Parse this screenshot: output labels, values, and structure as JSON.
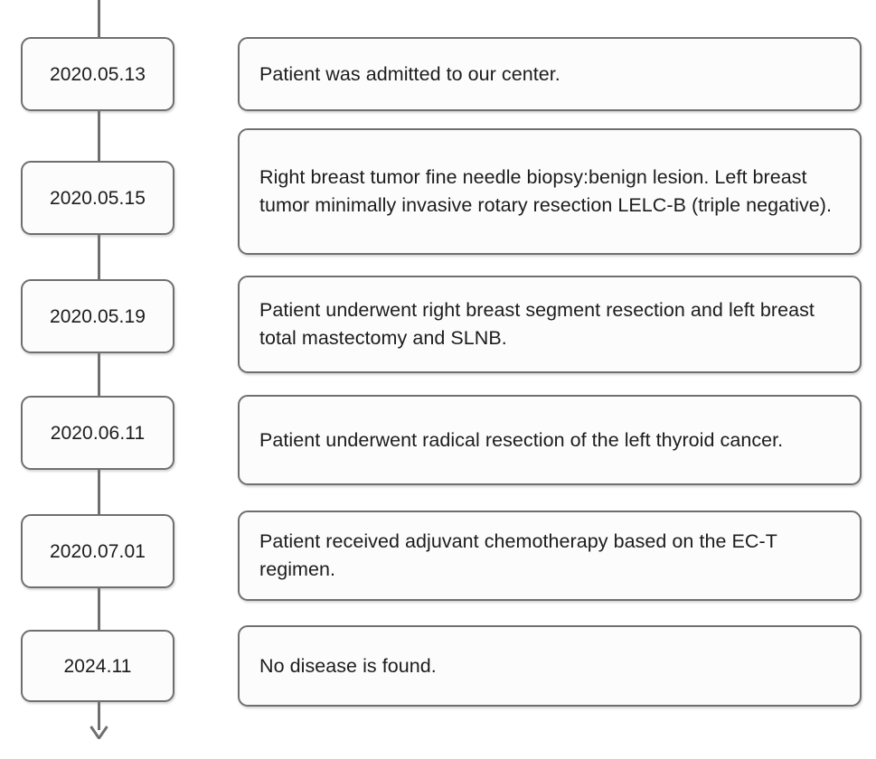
{
  "diagram": {
    "type": "vertical-timeline",
    "title": "",
    "colors": {
      "box_border": "#6f6f6f",
      "box_fill": "#fcfcfc",
      "spine": "#6f6f6f",
      "text": "#1c1c1c",
      "background": "#ffffff"
    },
    "spine": {
      "name": "timeline-axis",
      "arrow_direction": "down"
    },
    "events": [
      {
        "date": "2020.05.13",
        "text": "Patient was admitted to our center."
      },
      {
        "date": "2020.05.15",
        "text": "Right breast tumor fine needle biopsy:benign lesion. Left breast tumor minimally invasive rotary resection LELC-B (triple negative)."
      },
      {
        "date": "2020.05.19",
        "text": "Patient underwent right breast segment resection and left breast total mastectomy and SLNB."
      },
      {
        "date": "2020.06.11",
        "text": "Patient underwent radical resection of the left thyroid cancer."
      },
      {
        "date": "2020.07.01",
        "text": "Patient received adjuvant chemotherapy based on the EC-T regimen."
      },
      {
        "date": "2024.11",
        "text": "No disease is found."
      }
    ]
  }
}
